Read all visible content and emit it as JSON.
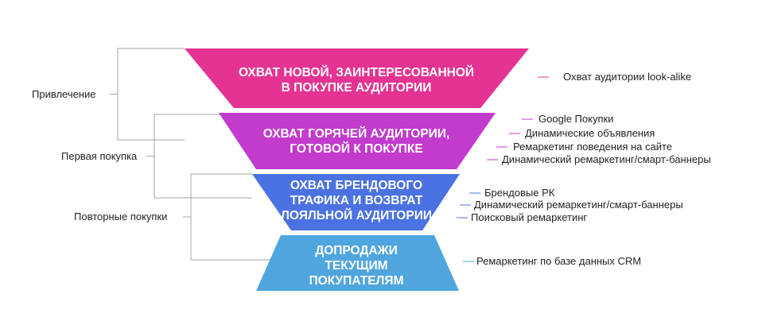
{
  "colors": {
    "stage1": "#e43393",
    "stage2": "#c23bcd",
    "stage3": "#4a72e2",
    "stage4": "#4fa6de",
    "text_on_stage": "#ffffff",
    "bracket": "#a6a6a6",
    "label_text": "#222222"
  },
  "stages": [
    {
      "lines": [
        "ОХВАТ НОВОЙ, ЗАИНТЕРЕСОВАННОЙ",
        "В ПОКУПКЕ АУДИТОРИИ"
      ],
      "items": [
        "Охват аудитории look-alike"
      ]
    },
    {
      "lines": [
        "ОХВАТ ГОРЯЧЕЙ АУДИТОРИИ,",
        "ГОТОВОЙ К ПОКУПКЕ"
      ],
      "items": [
        "Google Покупки",
        "Динамические объявления",
        "Ремаркетинг поведения на сайте",
        "Динамический ремаркетинг/смарт-баннеры"
      ]
    },
    {
      "lines": [
        "ОХВАТ БРЕНДОВОГО",
        "ТРАФИКА И ВОЗВРАТ",
        "ЛОЯЛЬНОЙ АУДИТОРИИ"
      ],
      "items": [
        "Брендовые РК",
        "Динамический ремаркетинг/смарт-баннеры",
        "Поисковый ремаркетинг"
      ]
    },
    {
      "lines": [
        "ДОПРОДАЖИ",
        "ТЕКУЩИМ",
        "ПОКУПАТЕЛЯМ"
      ],
      "items": [
        "Ремаркетинг по базе данных CRM"
      ]
    }
  ],
  "groups": [
    {
      "label": "Привлечение"
    },
    {
      "label": "Первая покупка"
    },
    {
      "label": "Повторные покупки"
    }
  ]
}
